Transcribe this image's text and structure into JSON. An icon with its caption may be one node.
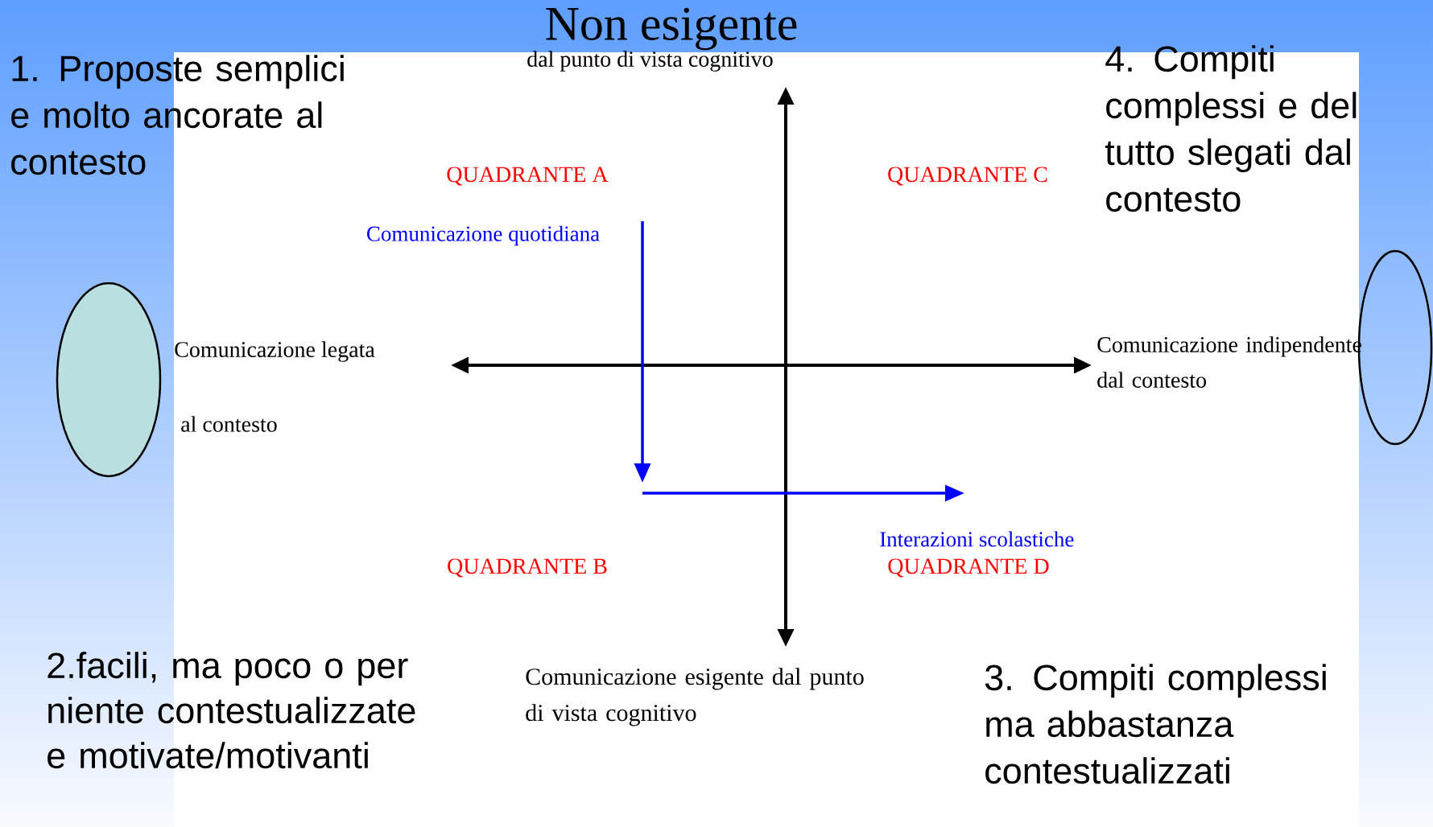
{
  "diagram": {
    "nodes": [
      {
        "text": [],
        "shape": "ellipse"
      },
      {
        "text": [],
        "shape": "ellipse"
      }
    ],
    "labels": [
      "Non esigente",
      "dal punto di vista cognitivo",
      "1. Proposte semplici e molto ancorate al contesto",
      "4. Compiti complessi e del tutto slegati dal contesto",
      "QUADRANTE A",
      "QUADRANTE C",
      "Comunicazione quotidiana",
      "Comunicazione legata",
      "Comunicazione indipendente dal contesto",
      "al contesto",
      "Interazioni scolastiche",
      "QUADRANTE B",
      "QUADRANTE D",
      "2.facili, ma poco o per niente contestualizzate e motivate/motivanti",
      "Comunicazione esigente dal punto di vista cognitivo",
      "3. Compiti complessi ma abbastanza contestualizzati"
    ]
  }
}
